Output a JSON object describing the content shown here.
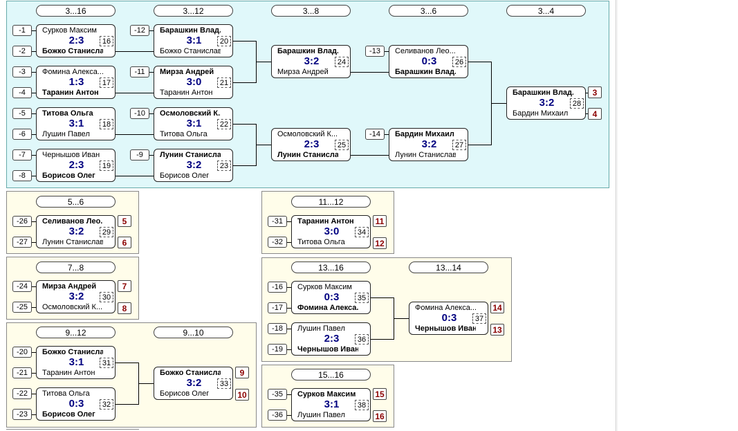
{
  "main": {
    "labels": [
      "3...16",
      "3...12",
      "3...8",
      "3...6",
      "3...4"
    ],
    "r1": [
      {
        "src": [
          "-1",
          "-2"
        ],
        "top": "Сурков Максим",
        "bot": "Божко Станислав",
        "score": "2:3",
        "num": "16",
        "winner": "bot"
      },
      {
        "src": [
          "-3",
          "-4"
        ],
        "top": "Фомина Алекса...",
        "bot": "Таранин Антон",
        "score": "1:3",
        "num": "17",
        "winner": "bot"
      },
      {
        "src": [
          "-5",
          "-6"
        ],
        "top": "Титова Ольга",
        "bot": "Лушин Павел",
        "score": "3:1",
        "num": "18",
        "winner": "top"
      },
      {
        "src": [
          "-7",
          "-8"
        ],
        "top": "Чернышов Иван",
        "bot": "Борисов Олег",
        "score": "2:3",
        "num": "19",
        "winner": "bot"
      }
    ],
    "r2": [
      {
        "src": "-12",
        "top": "Барашкин Влад...",
        "bot": "Божко Станислав",
        "score": "3:1",
        "num": "20",
        "winner": "top"
      },
      {
        "src": "-11",
        "top": "Мирза Андрей",
        "bot": "Таранин Антон",
        "score": "3:0",
        "num": "21",
        "winner": "top"
      },
      {
        "src": "-10",
        "top": "Осмоловский К...",
        "bot": "Титова Ольга",
        "score": "3:1",
        "num": "22",
        "winner": "top"
      },
      {
        "src": "-9",
        "top": "Лунин Станислав",
        "bot": "Борисов Олег",
        "score": "3:2",
        "num": "23",
        "winner": "top"
      }
    ],
    "r3": [
      {
        "top": "Барашкин Влад...",
        "bot": "Мирза Андрей",
        "score": "3:2",
        "num": "24",
        "winner": "top"
      },
      {
        "top": "Осмоловский К...",
        "bot": "Лунин Станислав",
        "score": "2:3",
        "num": "25",
        "winner": "bot"
      }
    ],
    "r4": [
      {
        "src": "-13",
        "top": "Селиванов Лео...",
        "bot": "Барашкин Влад...",
        "score": "0:3",
        "num": "26",
        "winner": "bot"
      },
      {
        "src": "-14",
        "top": "Бардин Михаил",
        "bot": "Лунин Станислав",
        "score": "3:2",
        "num": "27",
        "winner": "top"
      }
    ],
    "final": {
      "top": "Барашкин Влад...",
      "bot": "Бардин Михаил",
      "score": "3:2",
      "num": "28",
      "winner": "top",
      "places": [
        "3",
        "4"
      ]
    }
  },
  "p56": {
    "label": "5...6",
    "src": [
      "-26",
      "-27"
    ],
    "top": "Селиванов Лео...",
    "bot": "Лунин Станислав",
    "score": "3:2",
    "num": "29",
    "winner": "top",
    "places": [
      "5",
      "6"
    ]
  },
  "p78": {
    "label": "7...8",
    "src": [
      "-24",
      "-25"
    ],
    "top": "Мирза Андрей",
    "bot": "Осмоловский К...",
    "score": "3:2",
    "num": "30",
    "winner": "top",
    "places": [
      "7",
      "8"
    ]
  },
  "p912": {
    "labels": [
      "9...12",
      "9...10"
    ],
    "r1": [
      {
        "src": [
          "-20",
          "-21"
        ],
        "top": "Божко Станислав",
        "bot": "Таранин Антон",
        "score": "3:1",
        "num": "31",
        "winner": "top"
      },
      {
        "src": [
          "-22",
          "-23"
        ],
        "top": "Титова Ольга",
        "bot": "Борисов Олег",
        "score": "0:3",
        "num": "32",
        "winner": "bot"
      }
    ],
    "final": {
      "top": "Божко Станислав",
      "bot": "Борисов Олег",
      "score": "3:2",
      "num": "33",
      "winner": "top",
      "places": [
        "9",
        "10"
      ]
    }
  },
  "p1112": {
    "label": "11...12",
    "src": [
      "-31",
      "-32"
    ],
    "top": "Таранин Антон",
    "bot": "Титова Ольга",
    "score": "3:0",
    "num": "34",
    "winner": "top",
    "places": [
      "11",
      "12"
    ]
  },
  "p1316": {
    "labels": [
      "13...16",
      "13...14"
    ],
    "r1": [
      {
        "src": [
          "-16",
          "-17"
        ],
        "top": "Сурков Максим",
        "bot": "Фомина Алекса...",
        "score": "0:3",
        "num": "35",
        "winner": "bot"
      },
      {
        "src": [
          "-18",
          "-19"
        ],
        "top": "Лушин Павел",
        "bot": "Чернышов Иван",
        "score": "2:3",
        "num": "36",
        "winner": "bot"
      }
    ],
    "final": {
      "top": "Фомина Алекса...",
      "bot": "Чернышов Иван",
      "score": "0:3",
      "num": "37",
      "winner": "bot",
      "places": [
        "14",
        "13"
      ]
    }
  },
  "p1516": {
    "label": "15...16",
    "src": [
      "-35",
      "-36"
    ],
    "top": "Сурков Максим",
    "bot": "Лушин Павел",
    "score": "3:1",
    "num": "38",
    "winner": "top",
    "places": [
      "15",
      "16"
    ]
  }
}
